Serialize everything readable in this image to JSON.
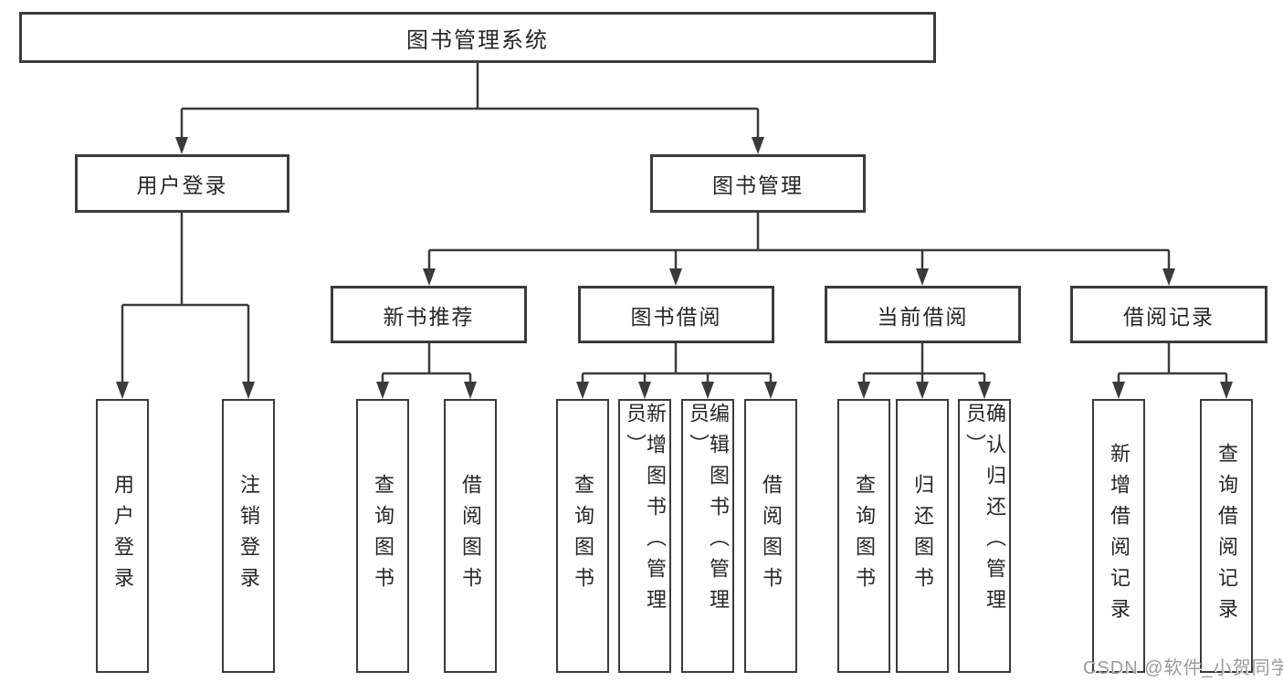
{
  "tree": {
    "label": "图书管理系统",
    "children": [
      {
        "label": "用户登录",
        "children": [
          {
            "label": "用户登录"
          },
          {
            "label": "注销登录"
          }
        ]
      },
      {
        "label": "图书管理",
        "children": [
          {
            "label": "新书推荐",
            "children": [
              {
                "label": "查询图书"
              },
              {
                "label": "借阅图书"
              }
            ]
          },
          {
            "label": "图书借阅",
            "children": [
              {
                "label": "查询图书"
              },
              {
                "label": "新增图书（管理员）"
              },
              {
                "label": "编辑图书（管理员）"
              },
              {
                "label": "借阅图书"
              }
            ]
          },
          {
            "label": "当前借阅",
            "children": [
              {
                "label": "查询图书"
              },
              {
                "label": "归还图书"
              },
              {
                "label": "确认归还（管理员）"
              }
            ]
          },
          {
            "label": "借阅记录",
            "children": [
              {
                "label": "新增借阅记录"
              },
              {
                "label": "查询借阅记录"
              }
            ]
          }
        ]
      }
    ]
  },
  "watermark": "CSDN @软件_小贺同学",
  "colors": {
    "line": "#3b3b3b",
    "box_border": "#3b3b3b",
    "text": "#262626",
    "background": "#ffffff",
    "watermark": "#9a9a9a"
  }
}
